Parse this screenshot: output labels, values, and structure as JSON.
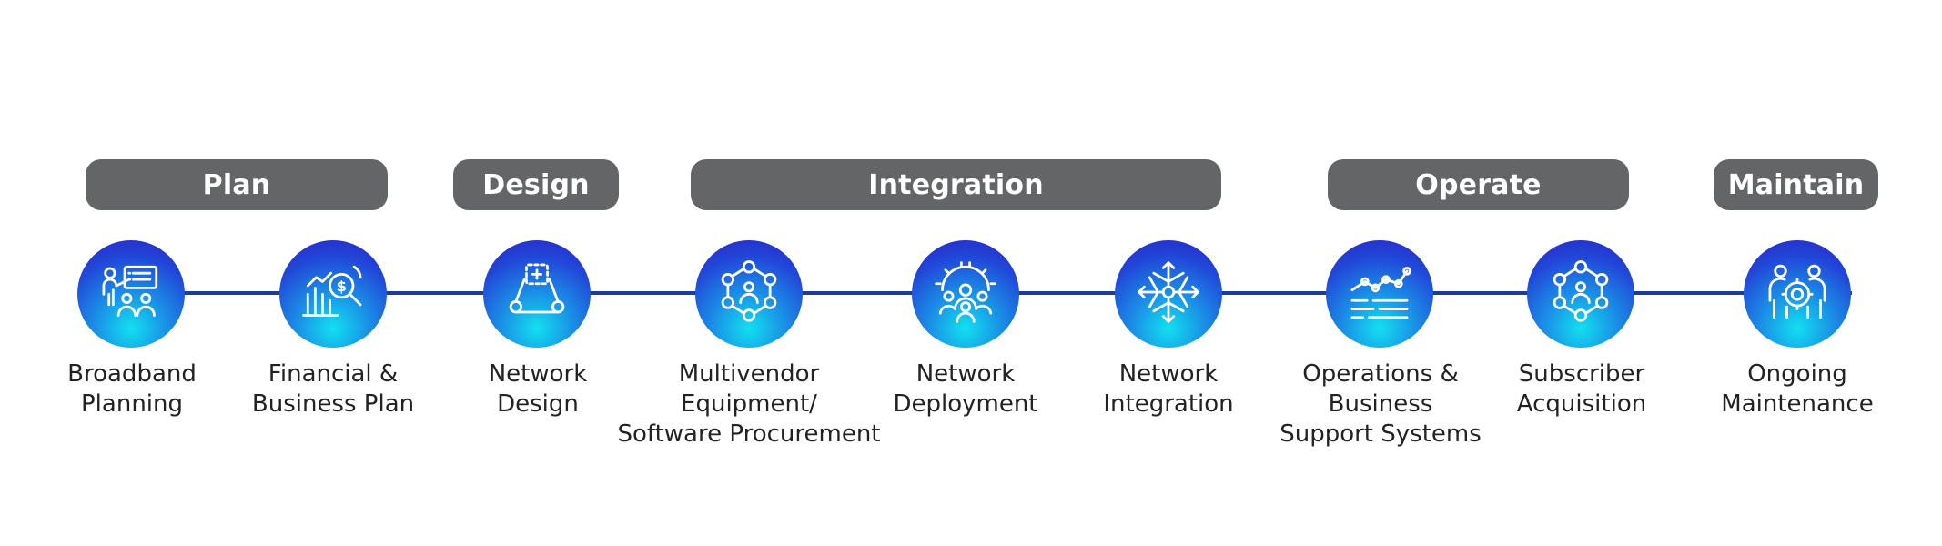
{
  "phases": [
    "Plan",
    "Design",
    "Integration",
    "Operate",
    "Maintain"
  ],
  "steps": [
    {
      "icon": "presentation-icon",
      "lines": [
        "Broadband",
        "Planning"
      ]
    },
    {
      "icon": "financial-analysis-icon",
      "lines": [
        "Financial &",
        "Business Plan"
      ]
    },
    {
      "icon": "blueprint-icon",
      "lines": [
        "Network",
        "Design"
      ]
    },
    {
      "icon": "network-hub-icon",
      "lines": [
        "Multivendor",
        "Equipment/",
        "Software Procurement"
      ]
    },
    {
      "icon": "team-gear-icon",
      "lines": [
        "Network",
        "Deployment"
      ]
    },
    {
      "icon": "arrows-hub-icon",
      "lines": [
        "Network",
        "Integration"
      ]
    },
    {
      "icon": "line-chart-icon",
      "lines": [
        "Operations &",
        "Business",
        "Support Systems"
      ]
    },
    {
      "icon": "network-hub-icon",
      "lines": [
        "Subscriber",
        "Acquisition"
      ]
    },
    {
      "icon": "team-badge-icon",
      "lines": [
        "Ongoing",
        "Maintenance"
      ]
    }
  ],
  "colors": {
    "phase": "#646567",
    "line": "#1d3c96",
    "node_top": "#2a22c4",
    "node_bottom": "#12e0ef"
  }
}
